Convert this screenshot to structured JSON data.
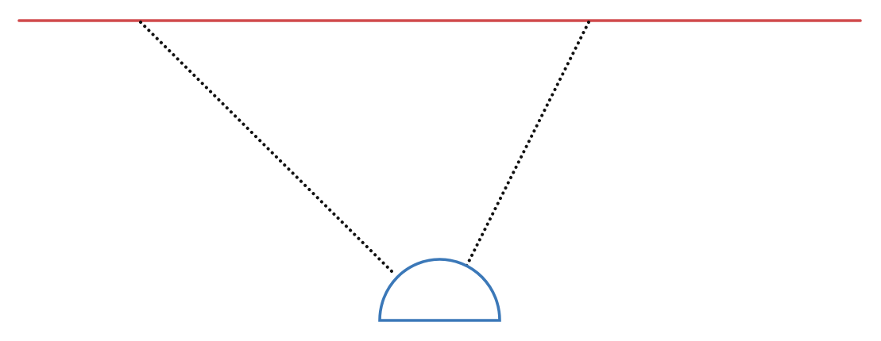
{
  "diagram": {
    "elements": [
      {
        "name": "horizontal-line",
        "kind": "solid line",
        "color": "#d04a4c"
      },
      {
        "name": "left-dotted-line",
        "kind": "dotted line",
        "color": "#111111"
      },
      {
        "name": "right-dotted-line",
        "kind": "dotted line",
        "color": "#111111"
      },
      {
        "name": "semicircle",
        "kind": "semicircle outline",
        "color": "#3b78b8"
      }
    ]
  }
}
